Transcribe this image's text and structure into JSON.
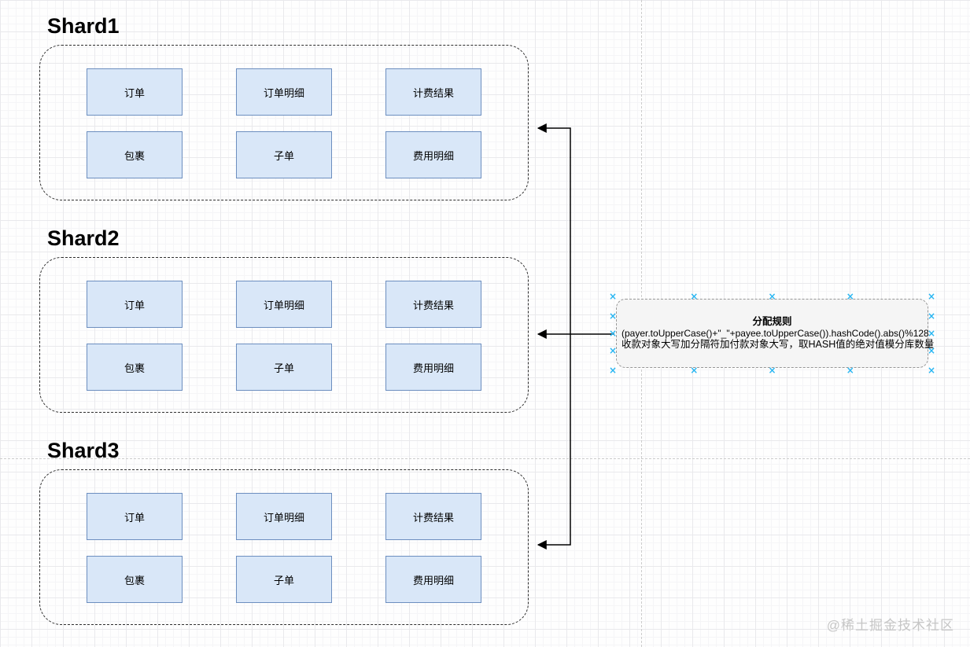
{
  "diagram": {
    "shards": [
      {
        "title": "Shard1",
        "tables": [
          "订单",
          "订单明细",
          "计费结果",
          "包裹",
          "子单",
          "费用明细"
        ]
      },
      {
        "title": "Shard2",
        "tables": [
          "订单",
          "订单明细",
          "计费结果",
          "包裹",
          "子单",
          "费用明细"
        ]
      },
      {
        "title": "Shard3",
        "tables": [
          "订单",
          "订单明细",
          "计费结果",
          "包裹",
          "子单",
          "费用明细"
        ]
      }
    ],
    "annotation": {
      "title": "分配规则",
      "formula": "(payer.toUpperCase()+\"_\"+payee.toUpperCase()).hashCode().abs()%128",
      "description": "收款对象大写加分隔符加付款对象大写，取HASH值的绝对值模分库数量"
    },
    "connections": [
      {
        "from": "annotation",
        "to": "Shard1"
      },
      {
        "from": "annotation",
        "to": "Shard2"
      },
      {
        "from": "annotation",
        "to": "Shard3"
      }
    ],
    "watermark": "@稀土掘金技术社区"
  },
  "icons": {
    "connection_point_glyph": "×"
  },
  "colors": {
    "table_fill": "#d9e7f8",
    "table_border": "#6c8ebf",
    "shard_border": "#2d2d2d",
    "connector": "#000000",
    "annotation_fill": "#f5f5f5",
    "annotation_border": "#979797",
    "connection_point": "#29b6f2",
    "watermark": "#c6c6c6",
    "page_break": "#cccccc"
  }
}
